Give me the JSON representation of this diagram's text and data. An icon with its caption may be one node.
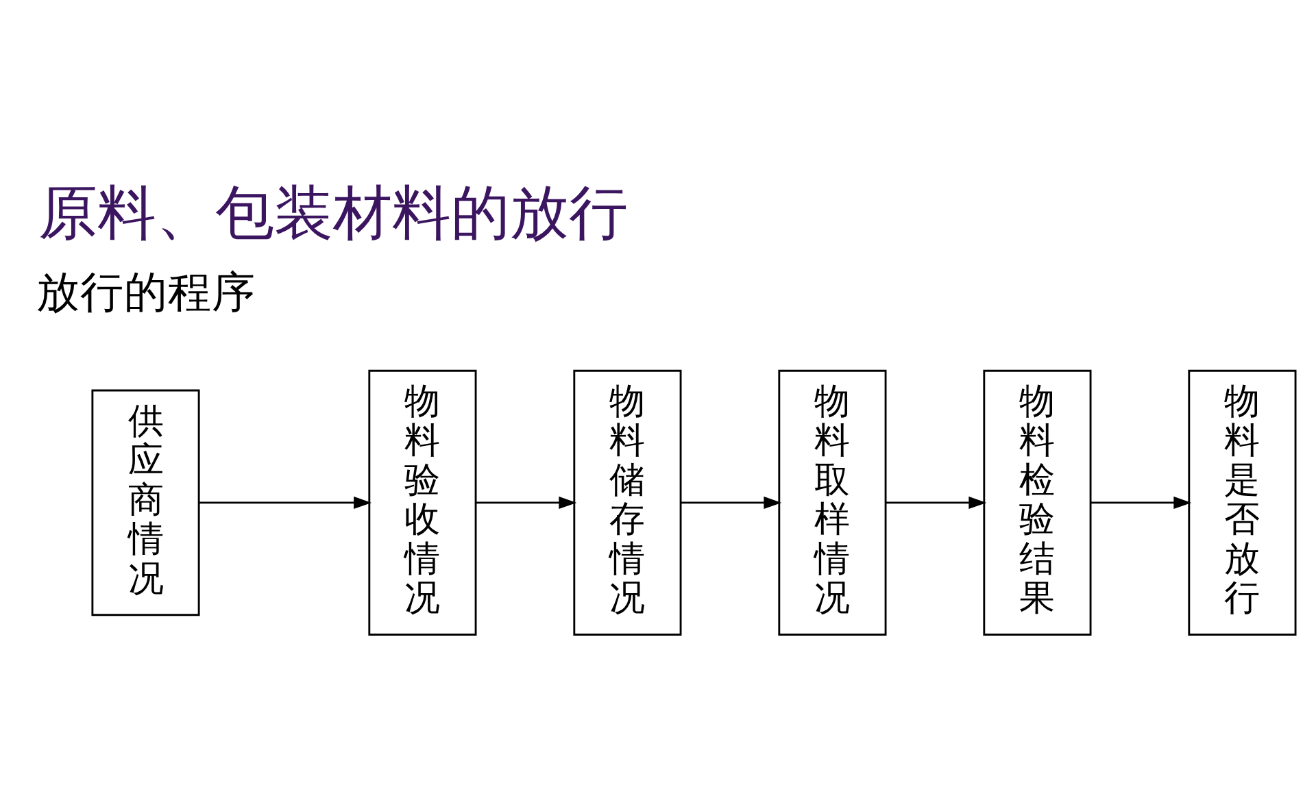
{
  "diagram": {
    "title": "原料、包装材料的放行",
    "nodes": [
      {
        "text": [
          "供应商情况"
        ]
      },
      {
        "text": [
          "物料验收情况"
        ]
      },
      {
        "text": [
          "物料储存情况"
        ]
      },
      {
        "text": [
          "物料取样情况"
        ]
      },
      {
        "text": [
          "物料检验结果"
        ]
      },
      {
        "text": [
          "物料是否放行"
        ]
      }
    ],
    "edges": [
      {
        "from": 0,
        "to": 1,
        "arrow": "to"
      },
      {
        "from": 1,
        "to": 2,
        "arrow": "to"
      },
      {
        "from": 2,
        "to": 3,
        "arrow": "to"
      },
      {
        "from": 3,
        "to": 4,
        "arrow": "to"
      },
      {
        "from": 4,
        "to": 5,
        "arrow": "to"
      }
    ],
    "labels": [
      "放行的程序"
    ]
  }
}
